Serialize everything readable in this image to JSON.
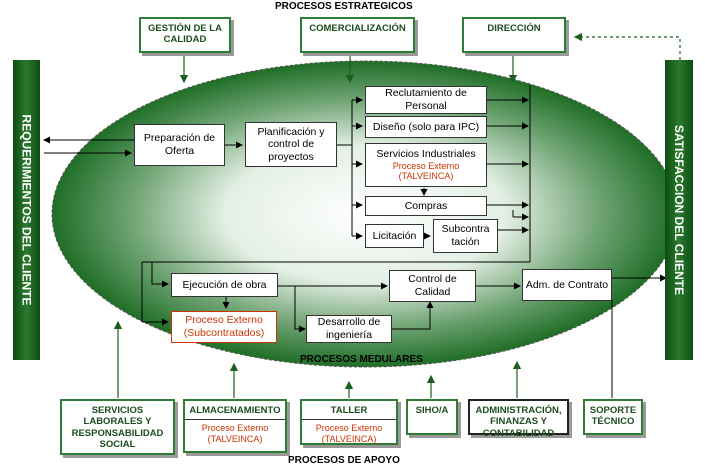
{
  "headers": {
    "top": "PROCESOS ESTRATEGICOS",
    "middle": "PROCESOS MEDULARES",
    "bottom": "PROCESOS DE APOYO"
  },
  "bars": {
    "left": "REQUERIMIENTOS DEL CLIENTE",
    "right": "SATISFACCION DEL CLIENTE"
  },
  "strategic": {
    "gestion": "GESTIÓN DE LA CALIDAD",
    "comercializacion": "COMERCIALIZACIÓN",
    "direccion": "DIRECCIÓN"
  },
  "core": {
    "preparacion": "Preparación de Oferta",
    "planificacion": "Planificación y control de proyectos",
    "reclutamiento": "Reclutamiento de Personal",
    "diseno": "Diseño (solo para IPC)",
    "servicios_industriales": "Servicios Industriales",
    "servicios_ext": "Proceso Externo (TALVEINCA)",
    "compras": "Compras",
    "licitacion": "Licitación",
    "subcontratacion": "Subcontra tación",
    "ejecucion": "Ejecución de obra",
    "proceso_externo": "Proceso Externo (Subcontratados)",
    "desarrollo": "Desarrollo de ingeniería",
    "control_calidad": "Control de Calidad",
    "adm_contrato": "Adm. de Contrato"
  },
  "support": {
    "servicios_laborales": "SERVICIOS LABORALES Y RESPONSABILIDAD SOCIAL",
    "almacenamiento": "ALMACENAMIENTO",
    "almacenamiento_ext": "Proceso Externo (TALVEINCA)",
    "taller": "TALLER",
    "taller_ext": "Proceso Externo (TALVEINCA)",
    "siho": "SIHO/A",
    "administracion": "ADMINISTRACIÓN, FINANZAS Y CONTABILIDAD",
    "soporte": "SOPORTE TÉCNICO"
  },
  "colors": {
    "dark_green": "#0e4d12",
    "ellipse_green": "#1f6e27",
    "box_border_green": "#2e7d32",
    "external_red": "#cc3300"
  }
}
